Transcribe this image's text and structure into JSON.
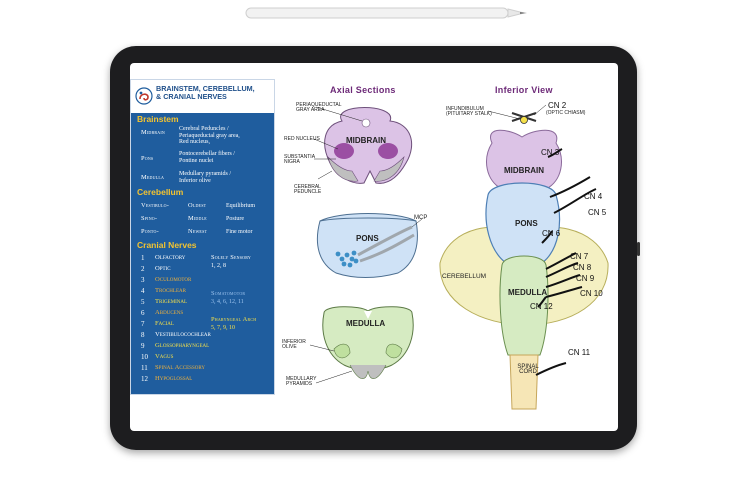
{
  "panel": {
    "title_line1": "Brainstem, Cerebellum,",
    "title_line2": "& Cranial Nerves",
    "brainstem": {
      "heading": "Brainstem",
      "rows": [
        {
          "label": "Midbrain",
          "desc1": "Cerebral Peduncles /",
          "desc2": "Periaqueductal gray area,",
          "desc3": "Red nucleus,"
        },
        {
          "label": "Pons",
          "desc1": "Pontocerebellar fibers /",
          "desc2": "Pontine nuclei"
        },
        {
          "label": "Medulla",
          "desc1": "Medullary pyramids /",
          "desc2": "Inferior olive"
        }
      ]
    },
    "cerebellum": {
      "heading": "Cerebellum",
      "rows": [
        {
          "label": "Vestibulo-",
          "age": "Oldest",
          "role": "Equilibrium"
        },
        {
          "label": "Spino-",
          "age": "Middle",
          "role": "Posture"
        },
        {
          "label": "Ponto-",
          "age": "Newest",
          "role": "Fine motor"
        }
      ]
    },
    "cranial": {
      "heading": "Cranial Nerves",
      "nerves": [
        {
          "num": "1",
          "name": "Olfactory"
        },
        {
          "num": "2",
          "name": "Optic"
        },
        {
          "num": "3",
          "name": "Oculomotor"
        },
        {
          "num": "4",
          "name": "Trochlear"
        },
        {
          "num": "5",
          "name": "Trigeminal"
        },
        {
          "num": "6",
          "name": "Abducens"
        },
        {
          "num": "7",
          "name": "Facial"
        },
        {
          "num": "8",
          "name": "Vestibulocochlear"
        },
        {
          "num": "9",
          "name": "Glossopharyngeal"
        },
        {
          "num": "10",
          "name": "Vagus"
        },
        {
          "num": "11",
          "name": "Spinal Accessory"
        },
        {
          "num": "12",
          "name": "Hypoglossal"
        }
      ],
      "groups": [
        {
          "title": "Solely Sensory",
          "list": "1, 2, 8"
        },
        {
          "title": "Somatomotor",
          "list": "3, 4, 6, 12, 11"
        },
        {
          "title": "Pharyngeal Arch",
          "list": "5, 7, 9, 10"
        }
      ]
    }
  },
  "axial": {
    "heading": "Axial Sections",
    "midbrain": {
      "label": "Midbrain",
      "annotations": {
        "periaqueductal_1": "Periaqueductal",
        "periaqueductal_2": "gray area",
        "red_nucleus": "Red nucleus",
        "substantia_1": "Substantia",
        "substantia_2": "nigra",
        "cerebral_1": "Cerebral",
        "cerebral_2": "peduncle"
      }
    },
    "pons": {
      "label": "Pons",
      "mcp": "MCP"
    },
    "medulla": {
      "label": "Medulla",
      "annotations": {
        "inferior_1": "Inferior",
        "inferior_2": "olive",
        "medullary_1": "Medullary",
        "medullary_2": "pyramids"
      }
    }
  },
  "inferior": {
    "heading": "Inferior View",
    "infundibulum_1": "Infundibulum",
    "infundibulum_2": "(pituitary stalk)",
    "cn2": "CN 2",
    "optic_chiasm": "(optic chiasm)",
    "cn3": "CN 3",
    "cn4": "CN 4",
    "cn5": "CN 5",
    "cn6": "CN 6",
    "cn7": "CN 7",
    "cn8": "CN 8",
    "cn9": "CN 9",
    "cn10": "CN 10",
    "cn11": "CN 11",
    "cn12": "CN 12",
    "midbrain": "Midbrain",
    "pons": "Pons",
    "cerebellum": "Cerebellum",
    "medulla": "Medulla",
    "spinal_1": "Spinal",
    "spinal_2": "cord"
  },
  "colors": {
    "panel_bg": "#1f5d9e",
    "heading_yellow": "#f4c430",
    "header_purple": "#6d2a78",
    "midbrain_fill": "#dcc3e6",
    "pons_fill": "#cfe2f6",
    "medulla_fill": "#d6ebc2",
    "cerebellum_fill": "#f4f0c2",
    "spinal_fill": "#f6e6b6"
  }
}
